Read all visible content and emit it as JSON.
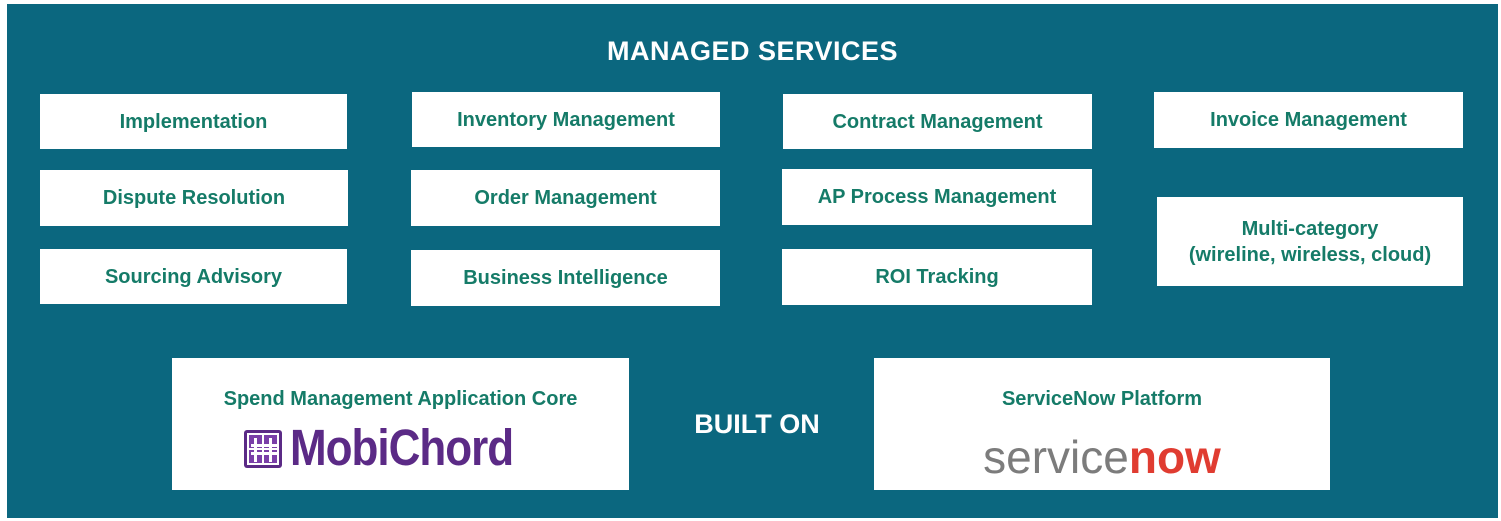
{
  "title": "MANAGED SERVICES",
  "services": [
    [
      "Implementation"
    ],
    [
      "Inventory Management"
    ],
    [
      "Contract Management"
    ],
    [
      "Invoice Management"
    ],
    [
      "Dispute Resolution"
    ],
    [
      "Order Management"
    ],
    [
      "AP Process Management"
    ],
    [
      "Multi-category",
      "(wireline, wireless, cloud)"
    ],
    [
      "Sourcing Advisory"
    ],
    [
      "Business Intelligence"
    ],
    [
      "ROI Tracking"
    ]
  ],
  "built_on": "BUILT ON",
  "core": {
    "title": "Spend Management Application Core",
    "logo_text": "MobiChord",
    "logo_color": "#5b2a86"
  },
  "platform": {
    "title": "ServiceNow Platform",
    "logo_text_a": "service",
    "logo_text_b": "now",
    "logo_color_a": "#7c7c7c",
    "logo_color_b": "#e03c31"
  },
  "colors": {
    "panel": "#0b677f",
    "box_text": "#157b68",
    "box_bg": "#ffffff"
  }
}
